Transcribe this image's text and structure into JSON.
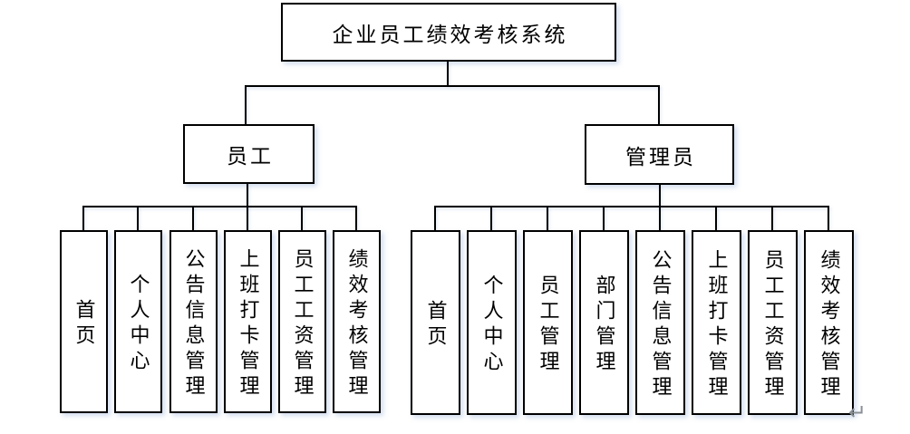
{
  "diagram": {
    "title": "企业员工绩效考核系统",
    "branches": [
      {
        "label": "员工",
        "children": [
          "首页",
          "个人中心",
          "公告信息管理",
          "上班打卡管理",
          "员工工资管理",
          "绩效考核管理"
        ]
      },
      {
        "label": "管理员",
        "children": [
          "首页",
          "个人中心",
          "员工管理",
          "部门管理",
          "公告信息管理",
          "上班打卡管理",
          "员工工资管理",
          "绩效考核管理"
        ]
      }
    ],
    "return_mark": "↵"
  },
  "colors": {
    "line": "#000000",
    "box_border": "#000000",
    "box_background": "#ffffff",
    "page_background": "#ffffff",
    "return_mark": "#8a9096"
  }
}
